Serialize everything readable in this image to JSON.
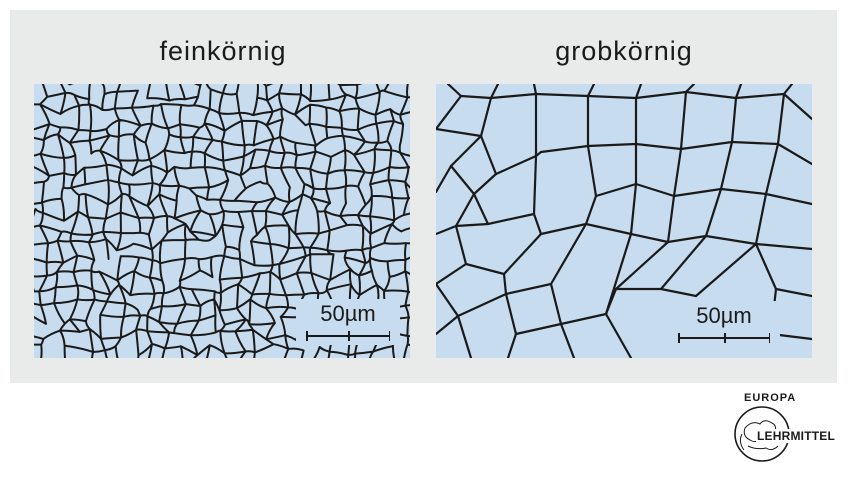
{
  "panels": [
    {
      "title": "feinkörnig",
      "scale_label": "50µm"
    },
    {
      "title": "grobkörnig",
      "scale_label": "50µm"
    }
  ],
  "colors": {
    "background_panel": "#e9eaea",
    "grain_fill": "#c7dcee",
    "grain_boundary": "#1a1a1a"
  },
  "logo": {
    "top_text": "EUROPA",
    "side_text": "LEHRMITTEL"
  }
}
